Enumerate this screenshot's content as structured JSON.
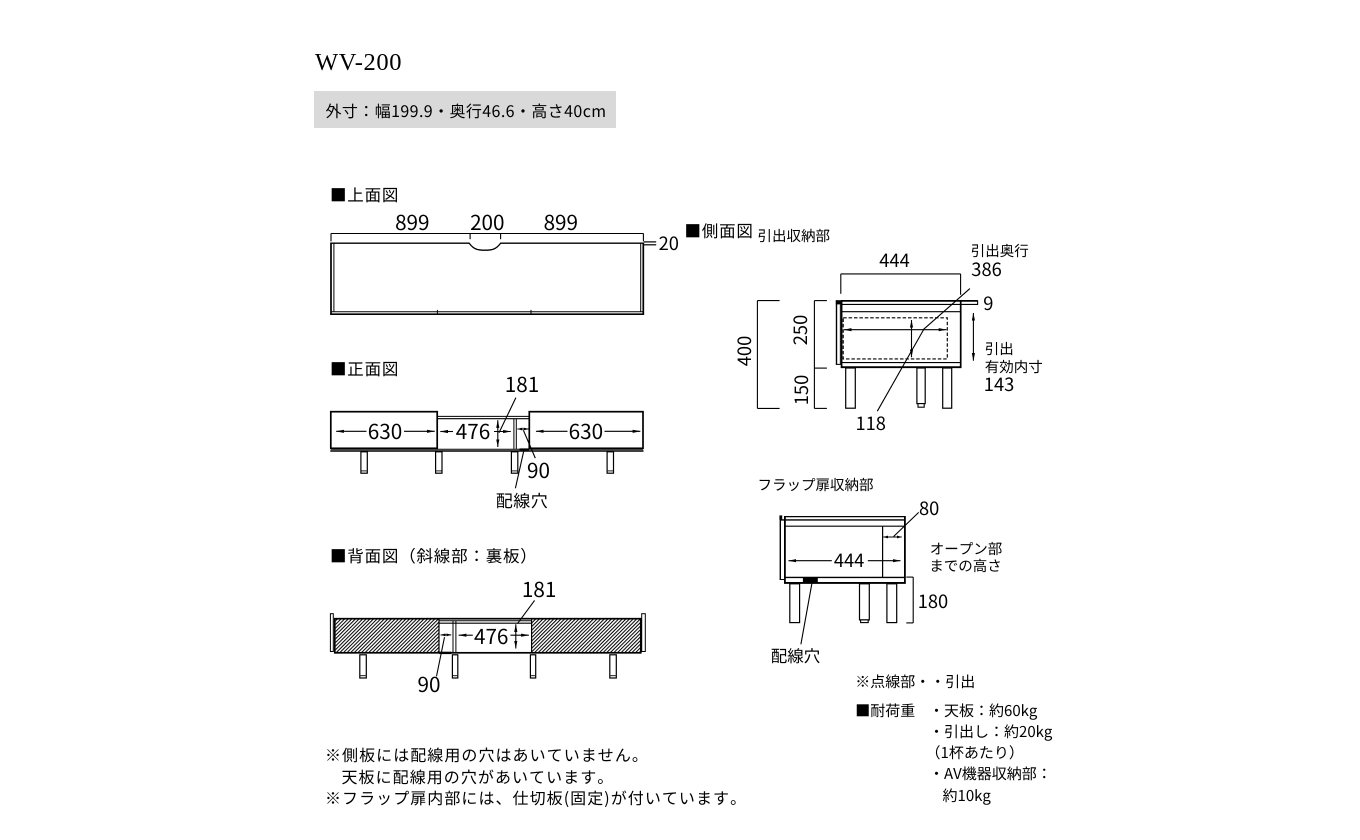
{
  "header": {
    "title": "WV-200",
    "size_note": "外寸：幅199.9・奥行46.6・高さ40cm"
  },
  "views": {
    "top": {
      "label": "■上面図",
      "dim_left": "899",
      "dim_center": "200",
      "dim_right": "899",
      "dim_edge": "20"
    },
    "side": {
      "label": "■側面図",
      "sublabel": "引出収納部",
      "dim_width": "444",
      "drawer_depth_label": "引出奥行",
      "drawer_depth": "386",
      "dim_overhang": "9",
      "dim_total_height": "400",
      "dim_body_height": "250",
      "dim_leg_height": "150",
      "dim_drawer_height": "118",
      "drawer_inner_label1": "引出",
      "drawer_inner_label2": "有効内寸",
      "drawer_inner_value": "143"
    },
    "front": {
      "label": "■正面図",
      "dim_opening_height": "181",
      "dim_left": "630",
      "dim_center": "476",
      "dim_right": "630",
      "dim_gap": "90",
      "cable_hole_label": "配線穴"
    },
    "back": {
      "label": "■背面図（斜線部：裏板）",
      "dim_opening_height": "181",
      "dim_center": "476",
      "dim_gap": "90"
    },
    "flap": {
      "label": "フラップ扉収納部",
      "dim_depth": "80",
      "dim_width": "444",
      "open_height_label1": "オープン部",
      "open_height_label2": "までの高さ",
      "dim_open_height": "180",
      "cable_hole_label": "配線穴"
    }
  },
  "notes": {
    "dotted": "※点線部・・引出",
    "load_title": "■耐荷重",
    "load_items": [
      "・天板：約60kg",
      "・引出し：約20kg",
      "（1杯あたり）",
      "・AV機器収納部：",
      "約10kg"
    ],
    "bottom": [
      "※側板には配線用の穴はあいていません。",
      "天板に配線用の穴があいています。",
      "※フラップ扉内部には、仕切板(固定)が付いています。"
    ]
  },
  "colors": {
    "ink": "#000000",
    "note_box_bg": "#d9d9d9",
    "paper": "#ffffff"
  }
}
